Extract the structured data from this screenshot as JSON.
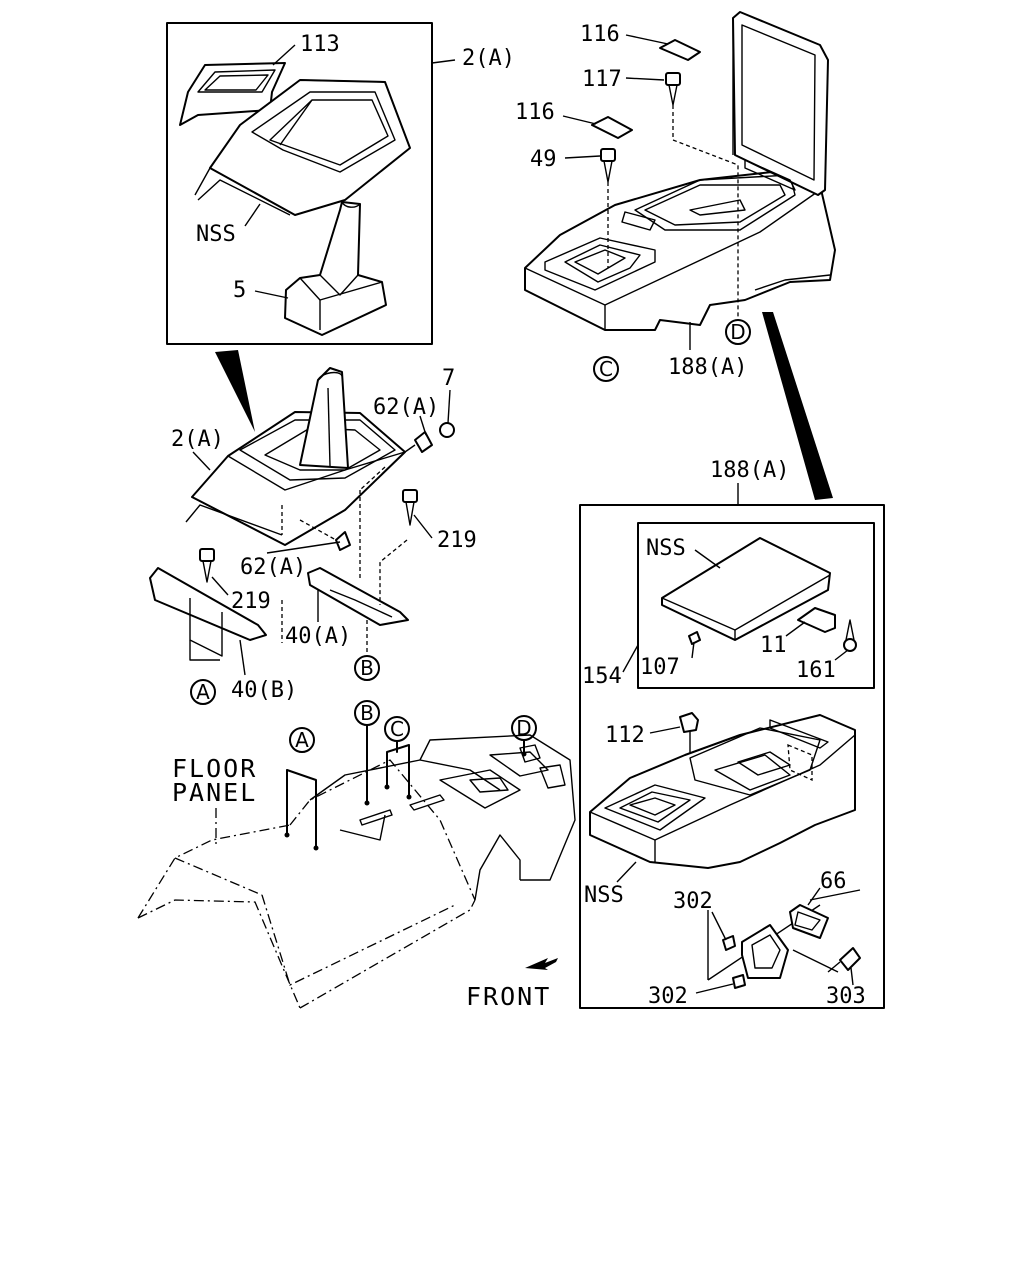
{
  "labels": {
    "p113": "113",
    "p2a_top": "2(A)",
    "nss_top": "NSS",
    "p5": "5",
    "p2a_mid": "2(A)",
    "p62a_top": "62(A)",
    "p7": "7",
    "p219_right": "219",
    "p62a_mid": "62(A)",
    "p219_left": "219",
    "p40a": "40(A)",
    "p40b": "40(B)",
    "p116_top": "116",
    "p117": "117",
    "p116_mid": "116",
    "p49": "49",
    "p188a_top": "188(A)",
    "p188a_box": "188(A)",
    "nss_box1": "NSS",
    "p11": "11",
    "p107": "107",
    "p161": "161",
    "p154": "154",
    "p112": "112",
    "nss_box2": "NSS",
    "p66": "66",
    "p302_top": "302",
    "p302_bot": "302",
    "p303": "303",
    "floor_1": "FLOOR",
    "floor_2": "PANEL",
    "front": "FRONT"
  },
  "refs": {
    "a1": "A",
    "a2": "A",
    "b1": "B",
    "b2": "B",
    "c1": "C",
    "c2": "C",
    "d1": "D",
    "d2": "D"
  }
}
